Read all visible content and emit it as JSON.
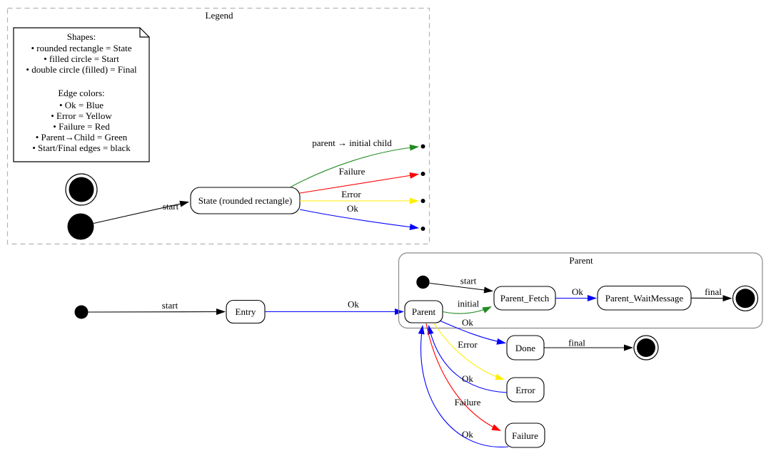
{
  "legend": {
    "title": "Legend",
    "note_lines": [
      "Shapes:",
      "• rounded rectangle = State",
      "• filled circle = Start",
      "• double circle (filled) = Final",
      "",
      "Edge colors:",
      "• Ok = Blue",
      "• Error = Yellow",
      "• Failure = Red",
      "• Parent→Child = Green",
      "• Start/Final edges = black"
    ],
    "state_node": "State (rounded rectangle)",
    "edges": {
      "start": "start",
      "parent_initial_child": "parent → initial child",
      "failure": "Failure",
      "error": "Error",
      "ok": "Ok"
    }
  },
  "main": {
    "start_label": "start",
    "entry": "Entry",
    "ok_entry_parent": "Ok",
    "cluster": {
      "label": "Parent",
      "start_label": "start",
      "parent": "Parent",
      "initial_label": "initial",
      "parent_fetch": "Parent_Fetch",
      "ok_fetch_wait": "Ok",
      "parent_wait_message": "Parent_WaitMessage",
      "final_label": "final"
    },
    "done": "Done",
    "error": "Error",
    "failure": "Failure",
    "transitions": {
      "ok_parent_done": "Ok",
      "final_done": "final",
      "error_label": "Error",
      "ok_error_parent": "Ok",
      "failure_label": "Failure",
      "ok_failure_parent": "Ok"
    }
  },
  "colors": {
    "ok_blue": "#0000ff",
    "error_yellow": "#ffee00",
    "failure_red": "#ff0000",
    "parent_child_green": "#228b22",
    "start_final_black": "#000000",
    "cluster_border": "#8a8a8a",
    "legend_border": "#b3b3b3"
  }
}
